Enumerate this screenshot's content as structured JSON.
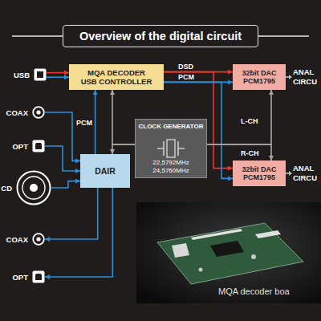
{
  "diagram": {
    "title": "Overview of the digital circuit",
    "nodes": [
      {
        "text": [
          "USB"
        ]
      },
      {
        "text": [
          "COAX"
        ]
      },
      {
        "text": [
          "OPT"
        ]
      },
      {
        "text": [
          "CD"
        ]
      },
      {
        "text": [
          "COAX"
        ]
      },
      {
        "text": [
          "OPT"
        ]
      },
      {
        "text": [
          "MQA DECODER USB CONTROLLER"
        ]
      },
      {
        "text": [
          "DAIR"
        ]
      },
      {
        "text": [
          "CLOCK GENERATOR",
          "22,5792MHz 24,5760MHz"
        ]
      },
      {
        "text": [
          "32bit DAC PCM1795"
        ]
      },
      {
        "text": [
          "32bit DAC PCM1795"
        ]
      }
    ],
    "edges": [
      {
        "from": 0,
        "to": 6,
        "arrow": "to"
      },
      {
        "from": 0,
        "to": 6,
        "arrow": "to"
      },
      {
        "from": 6,
        "to": 9,
        "label": "DSD",
        "arrow": "to"
      },
      {
        "from": 6,
        "to": 9,
        "label": "PCM",
        "arrow": "to"
      },
      {
        "from": 6,
        "to": 10,
        "arrow": "to"
      },
      {
        "from": 6,
        "to": 10,
        "arrow": "to"
      },
      {
        "from": 1,
        "to": 7,
        "arrow": "to"
      },
      {
        "from": 2,
        "to": 7,
        "arrow": "to"
      },
      {
        "from": 3,
        "to": 7,
        "arrow": "to"
      },
      {
        "from": 7,
        "to": 6,
        "label": "PCM",
        "arrow": "to"
      },
      {
        "from": 7,
        "to": 4,
        "arrow": "to"
      },
      {
        "from": 7,
        "to": 5,
        "arrow": "to"
      },
      {
        "from": 8,
        "to": 6,
        "arrow": "to"
      },
      {
        "from": 8,
        "to": 7,
        "arrow": "to"
      },
      {
        "from": 8,
        "to": 9,
        "arrow": "to"
      },
      {
        "from": 8,
        "to": 10,
        "arrow": "to"
      }
    ],
    "labels": [
      "L-CH",
      "R-CH",
      "ANAL",
      "CIRCU",
      "ANAL",
      "CIRCU",
      "MQA decoder boa"
    ]
  }
}
